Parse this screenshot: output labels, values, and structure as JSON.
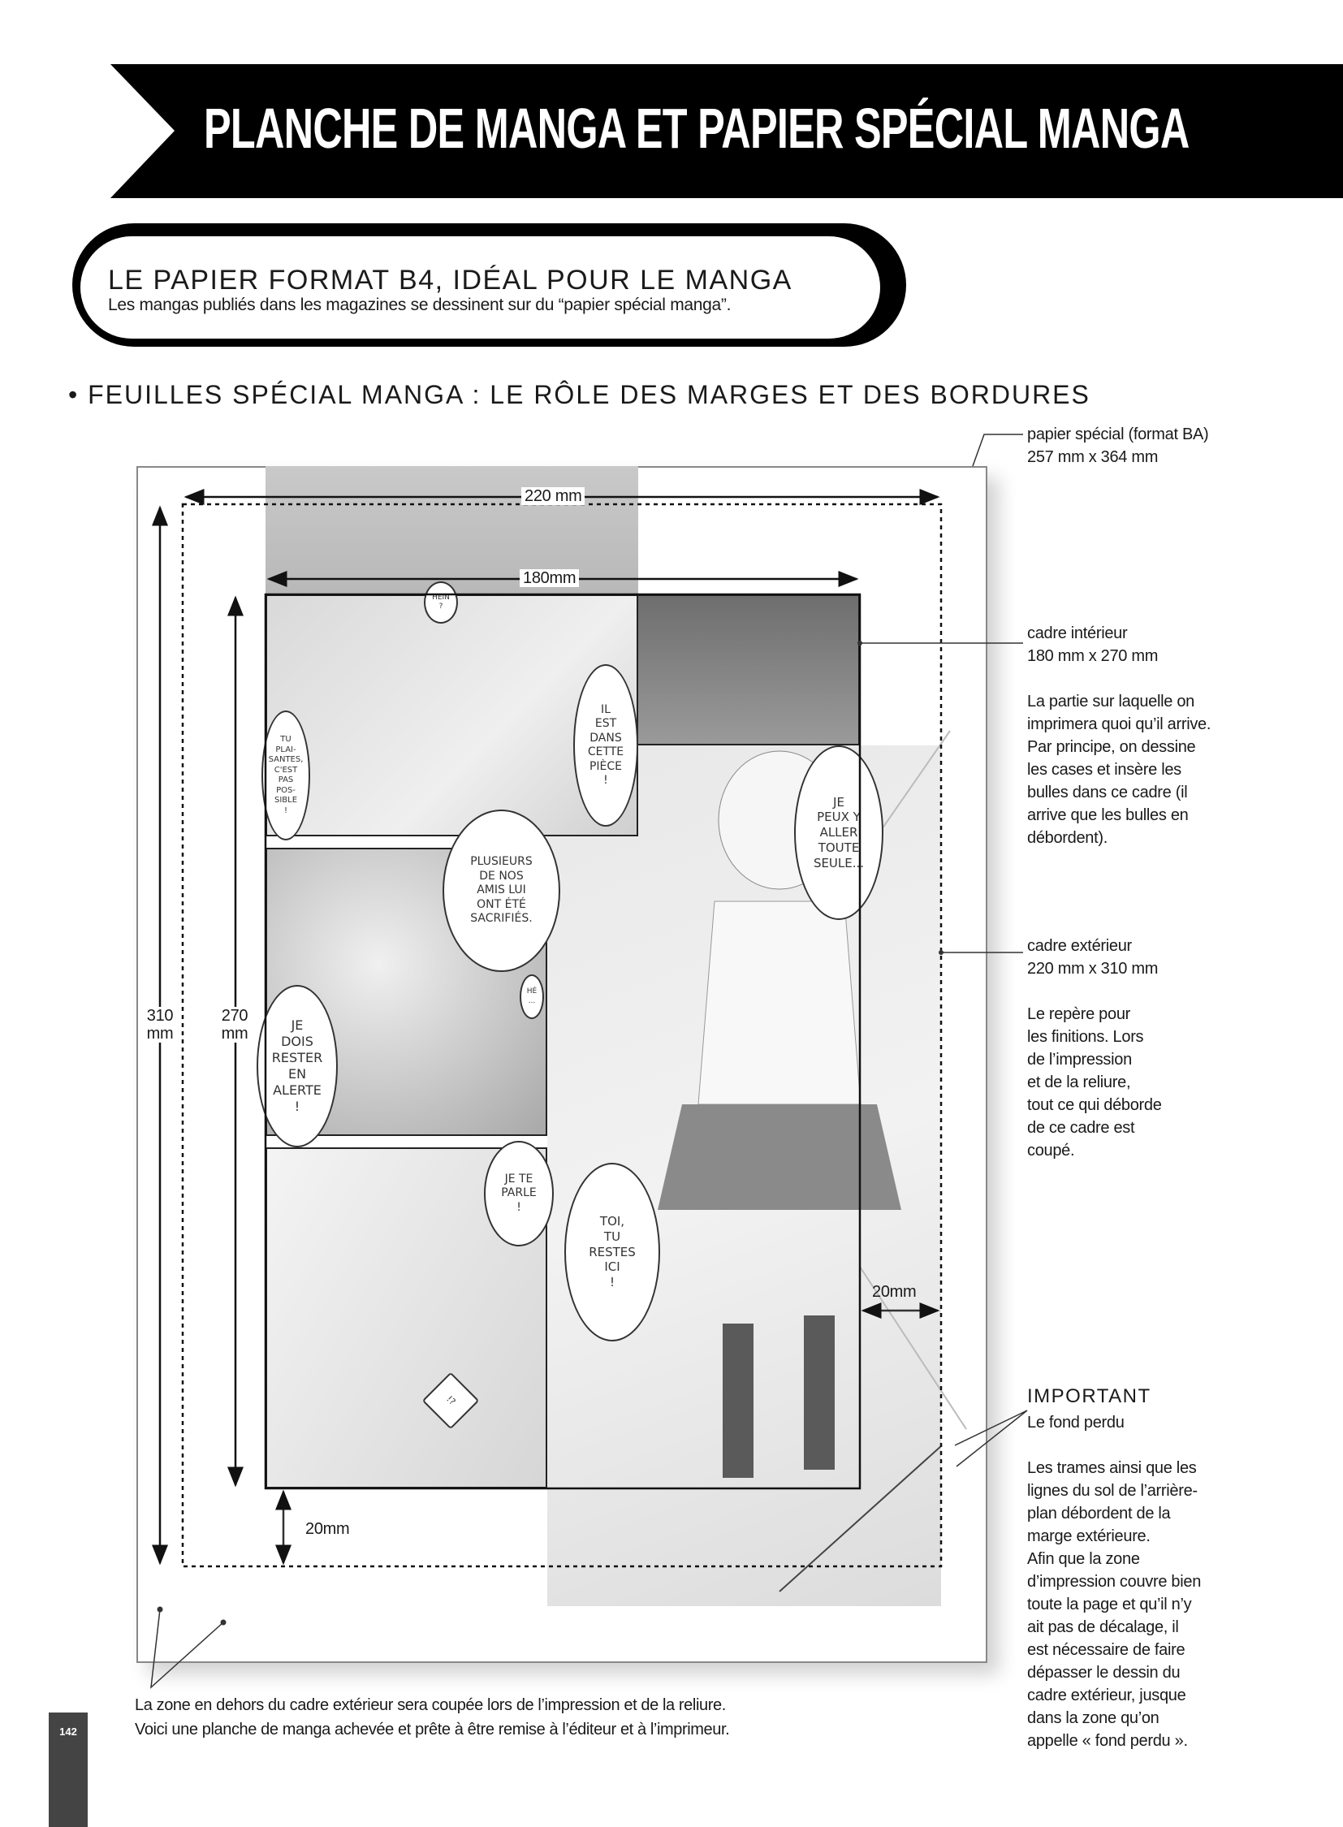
{
  "header": {
    "title": "PLANCHE DE MANGA ET PAPIER SPÉCIAL MANGA"
  },
  "intro_box": {
    "heading": "LE PAPIER FORMAT B4, IDÉAL POUR LE MANGA",
    "text": "Les mangas publiés dans les magazines se dessinent sur du “papier spécial manga”."
  },
  "section_title": "• FEUILLES SPÉCIAL MANGA : LE RÔLE DES MARGES ET DES BORDURES",
  "dimensions": {
    "outer_width": "220 mm",
    "inner_width": "180mm",
    "outer_height": "310\nmm",
    "inner_height": "270\nmm",
    "right_margin": "20mm",
    "bottom_margin": "20mm"
  },
  "bubbles": [
    "HEIN\n?",
    "TU\nPLAI-\nSANTES,\nC'EST\nPAS\nPOS-\nSIBLE\n!",
    "IL\nEST\nDANS\nCETTE\nPIÈCE\n!",
    "JE\nPEUX Y\nALLER\nTOUTE\nSEULE...",
    "PLUSIEURS\nDE NOS\nAMIS LUI\nONT ÉTÉ\nSACRIFIÉS.",
    "HÉ\n...",
    "JE\nDOIS\nRESTER\nEN\nALERTE\n!",
    "JE TE\nPARLE\n!",
    "TOI,\nTU\nRESTES\nICI\n!",
    "!?"
  ],
  "notes": {
    "paper": "papier spécial (format BA)\n257 mm x 364 mm",
    "inner_frame": "cadre intérieur\n180 mm x 270 mm\n\nLa partie sur laquelle on\nimprimera quoi qu’il arrive.\nPar principe, on dessine\nles cases et insère les\nbulles dans ce cadre (il\narrive que les bulles en\ndébordent).",
    "outer_frame": "cadre extérieur\n220 mm x 310 mm\n\nLe repère pour\nles finitions. Lors\nde l’impression\net de la reliure,\ntout ce qui déborde\n de ce cadre est\ncoupé.",
    "important_title": "IMPORTANT",
    "important_text": "Le fond perdu\n\nLes trames ainsi que les\nlignes du sol de l’arrière-\nplan débordent de la\nmarge extérieure.\nAfin que la zone\nd’impression couvre bien\ntoute la page et qu’il n’y\nait pas de décalage, il\nest nécessaire de faire\ndépasser le dessin du\ncadre extérieur, jusque\ndans la zone qu’on\nappelle « fond perdu »."
  },
  "caption": "La zone en dehors du cadre extérieur sera coupée lors de l’impression et de la reliure.\nVoici une planche de manga achevée et prête à être remise à l’éditeur et à l’imprimeur.",
  "page_number": "142"
}
